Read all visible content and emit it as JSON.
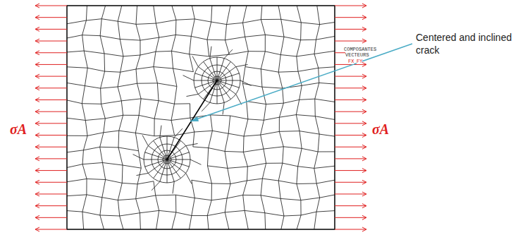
{
  "diagram": {
    "labels": [
      "COMPOSANTES",
      "VECTEURS",
      "FX",
      "FY",
      "Centered and inclined crack",
      "σA",
      "σA"
    ]
  }
}
